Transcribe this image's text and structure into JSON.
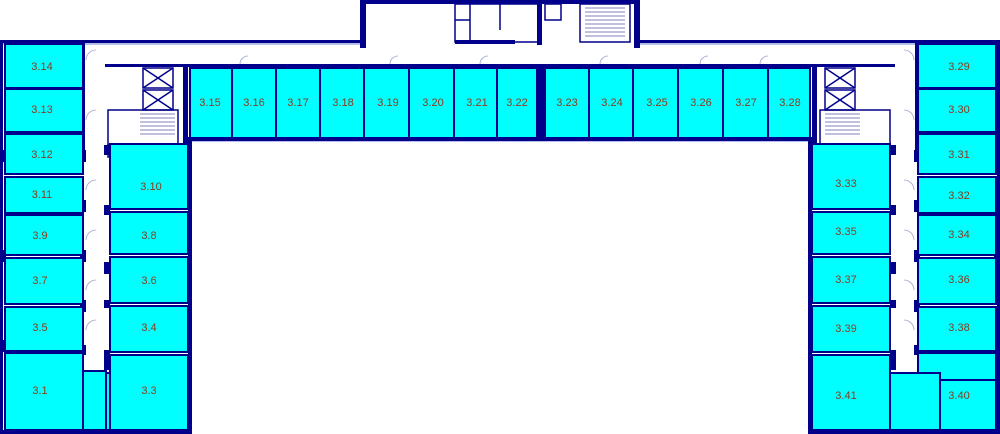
{
  "floor_plan": {
    "units": [
      {
        "id": "3.1"
      },
      {
        "id": "3.3"
      },
      {
        "id": "3.4"
      },
      {
        "id": "3.5"
      },
      {
        "id": "3.6"
      },
      {
        "id": "3.7"
      },
      {
        "id": "3.8"
      },
      {
        "id": "3.9"
      },
      {
        "id": "3.10"
      },
      {
        "id": "3.11"
      },
      {
        "id": "3.12"
      },
      {
        "id": "3.13"
      },
      {
        "id": "3.14"
      },
      {
        "id": "3.15"
      },
      {
        "id": "3.16"
      },
      {
        "id": "3.17"
      },
      {
        "id": "3.18"
      },
      {
        "id": "3.19"
      },
      {
        "id": "3.20"
      },
      {
        "id": "3.21"
      },
      {
        "id": "3.22"
      },
      {
        "id": "3.23"
      },
      {
        "id": "3.24"
      },
      {
        "id": "3.25"
      },
      {
        "id": "3.26"
      },
      {
        "id": "3.27"
      },
      {
        "id": "3.28"
      },
      {
        "id": "3.29"
      },
      {
        "id": "3.30"
      },
      {
        "id": "3.31"
      },
      {
        "id": "3.32"
      },
      {
        "id": "3.33"
      },
      {
        "id": "3.34"
      },
      {
        "id": "3.35"
      },
      {
        "id": "3.36"
      },
      {
        "id": "3.37"
      },
      {
        "id": "3.38"
      },
      {
        "id": "3.39"
      },
      {
        "id": "3.40"
      },
      {
        "id": "3.41"
      }
    ],
    "colors": {
      "available": "#00ffff",
      "wall": "#00008b",
      "label": "#8b3a1a",
      "background": "#ffffff"
    }
  }
}
